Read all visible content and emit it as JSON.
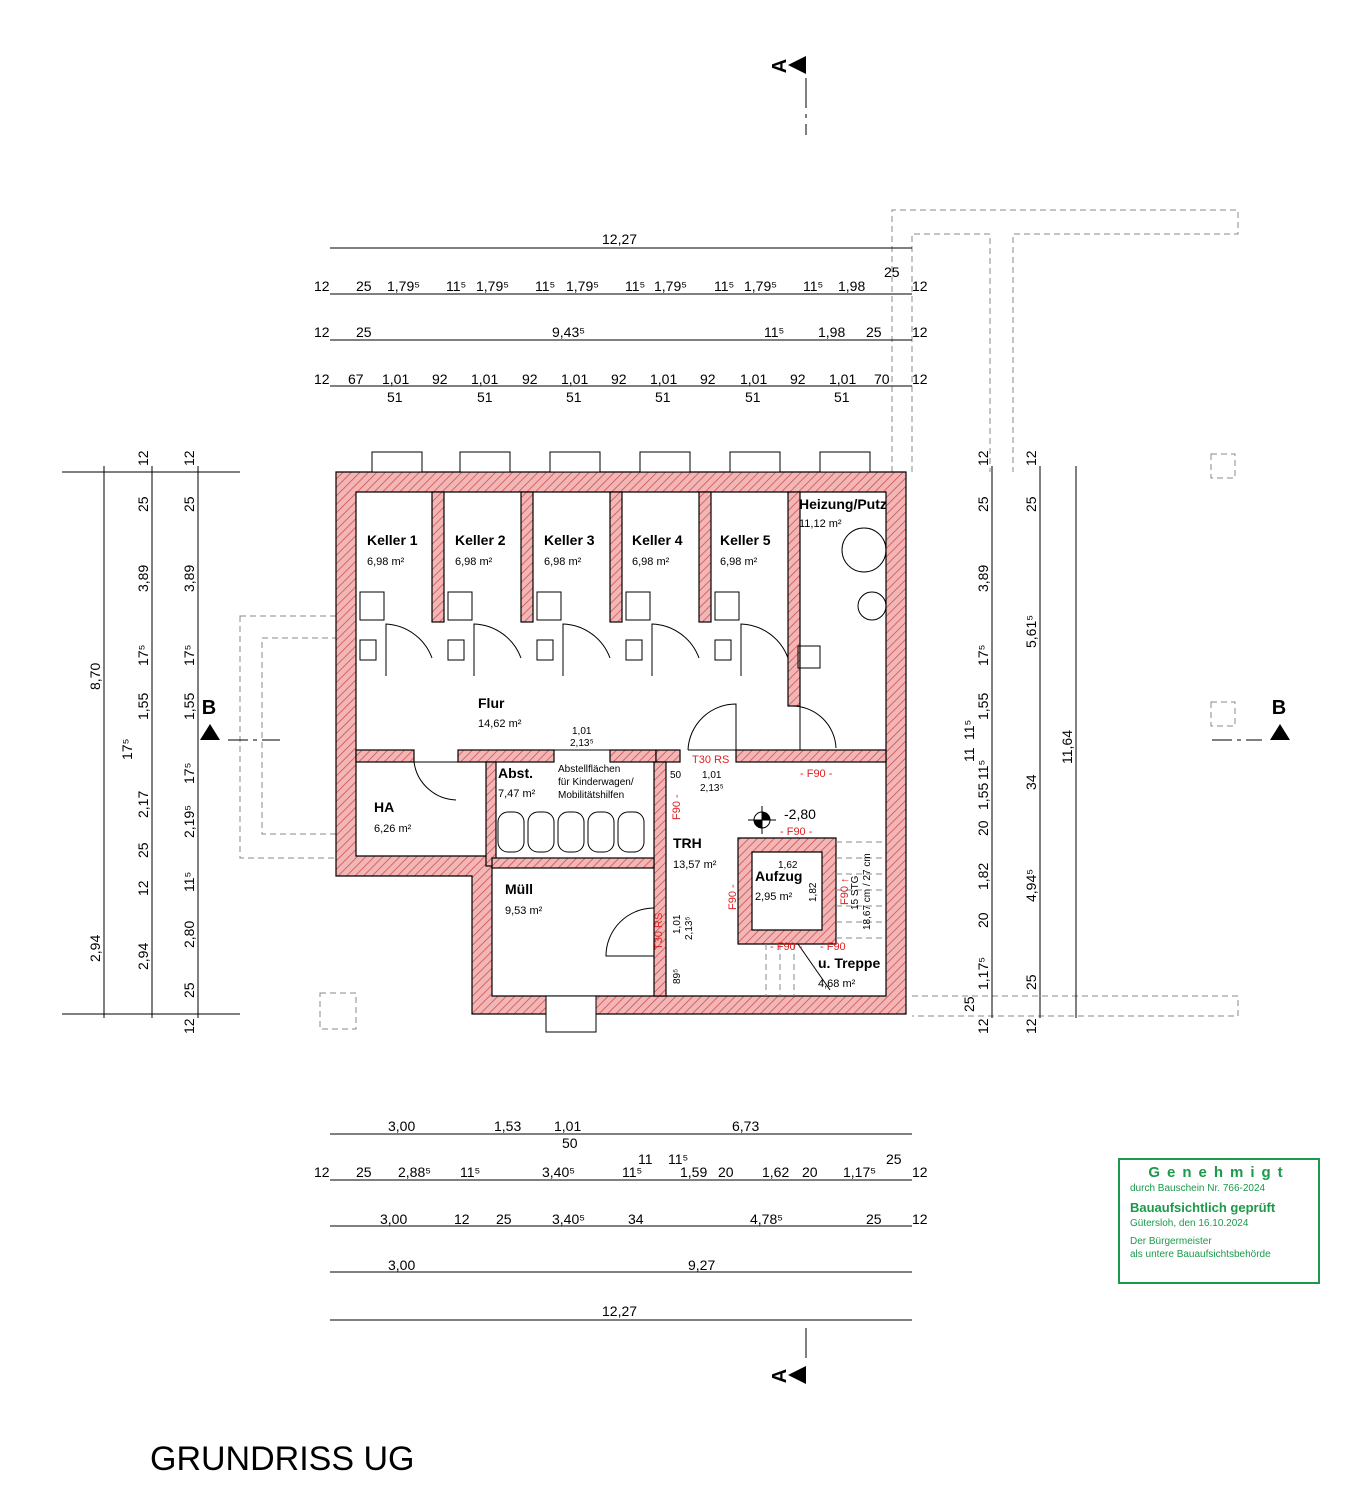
{
  "plan_title": "GRUNDRISS UG",
  "section_markers": {
    "a": "A",
    "b": "B"
  },
  "rooms": [
    {
      "name": "Keller 1",
      "area": "6,98 m²"
    },
    {
      "name": "Keller 2",
      "area": "6,98 m²"
    },
    {
      "name": "Keller 3",
      "area": "6,98 m²"
    },
    {
      "name": "Keller 4",
      "area": "6,98 m²"
    },
    {
      "name": "Keller 5",
      "area": "6,98 m²"
    },
    {
      "name": "Heizung/Putz",
      "area": "11,12 m²"
    },
    {
      "name": "Flur",
      "area": "14,62 m²"
    },
    {
      "name": "HA",
      "area": "6,26 m²"
    },
    {
      "name": "Abst.",
      "area": "7,47 m²"
    },
    {
      "name": "Müll",
      "area": "9,53 m²"
    },
    {
      "name": "TRH",
      "area": "13,57 m²"
    },
    {
      "name": "Aufzug",
      "area": "2,95 m²"
    },
    {
      "name": "u. Treppe",
      "area": "4,68 m²"
    }
  ],
  "abst_note": [
    "Abstellflächen",
    "für Kinderwagen/",
    "Mobilitätshilfen"
  ],
  "fire_labels": [
    "T30 RS",
    "T30 RS",
    "- F90 -",
    "- F90 -",
    "- F90 -",
    "F90 -",
    "F90 -",
    "- F90",
    "F90 ↑"
  ],
  "level": "-2,80",
  "stair": {
    "steps": "15 STG",
    "ratio": "18,67 cm / 27 cm"
  },
  "inner_dims": [
    "1,01",
    "2,13⁵",
    "50",
    "1,01",
    "2,13⁵",
    "1,01",
    "2,13⁵",
    "89⁵",
    "1,62",
    "1,82"
  ],
  "top_dims": {
    "total": "12,27",
    "row1": [
      "12",
      "25",
      "1,79⁵",
      "11⁵",
      "1,79⁵",
      "11⁵",
      "1,79⁵",
      "11⁵",
      "1,79⁵",
      "11⁵",
      "1,79⁵",
      "11⁵",
      "1,98",
      "25",
      "12"
    ],
    "row2": [
      "12",
      "25",
      "9,43⁵",
      "11⁵",
      "1,98",
      "25",
      "12"
    ],
    "row3": [
      "12",
      "67",
      "1,01",
      "92",
      "1,01",
      "92",
      "1,01",
      "92",
      "1,01",
      "92",
      "1,01",
      "92",
      "1,01",
      "70",
      "12"
    ],
    "row3_sub": [
      "51",
      "51",
      "51",
      "51",
      "51",
      "51"
    ]
  },
  "bottom_dims": {
    "row1": [
      "3,00",
      "1,53",
      "1,01",
      "6,73"
    ],
    "row1_sub": "50",
    "row2": [
      "12",
      "25",
      "2,88⁵",
      "11⁵",
      "3,40⁵",
      "11⁵",
      "11",
      "11⁵",
      "1,59",
      "20",
      "1,62",
      "20",
      "1,17⁵",
      "25",
      "12"
    ],
    "row3": [
      "3,00",
      "12",
      "25",
      "3,40⁵",
      "34",
      "4,78⁵",
      "25",
      "12"
    ],
    "row4": [
      "3,00",
      "9,27"
    ],
    "total": "12,27"
  },
  "left_dims": {
    "outer": [
      "8,70",
      "17⁵",
      "2,94"
    ],
    "col2": [
      "12",
      "25",
      "3,89",
      "17⁵",
      "1,55",
      "2,17",
      "25",
      "12",
      "2,94"
    ],
    "col3": [
      "12",
      "25",
      "3,89",
      "17⁵",
      "1,55",
      "17⁵",
      "2,19⁵",
      "11⁵",
      "2,80",
      "25",
      "12"
    ]
  },
  "right_dims": {
    "col1": [
      "12",
      "25",
      "3,89",
      "17⁵",
      "1,55",
      "11",
      "11⁵",
      "1,55",
      "20",
      "1,82",
      "20",
      "1,17⁵",
      "25",
      "12"
    ],
    "col1_extra": "11⁵",
    "col2": [
      "12",
      "25",
      "5,61⁵",
      "34",
      "4,94⁵",
      "25",
      "12"
    ],
    "total": "11,64"
  },
  "stamp": {
    "line1": "Genehmigt",
    "line2": "durch Bauschein Nr.  766-2024",
    "line3": "Bauaufsichtlich  geprüft",
    "line4": "Gütersloh, den  16.10.2024",
    "line5": "Der Bürgermeister",
    "line6": "als untere Bauaufsichtsbehörde"
  }
}
